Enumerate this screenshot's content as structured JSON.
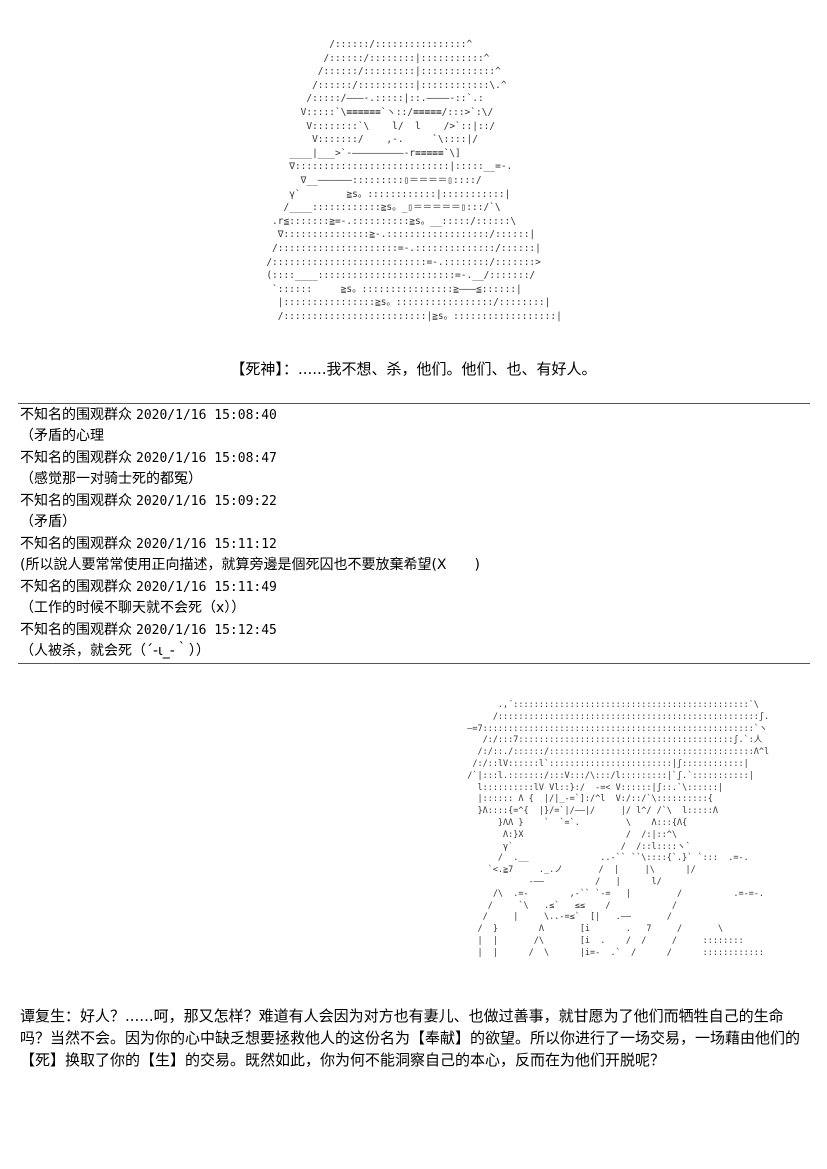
{
  "art": {
    "top_figure": "                 /::::::/::::::::::::::::^\n                /::::::/::::::::|:::::::::::^\n               /::::::/:::::::::|:::::::::::::^\n              /::::::/::::::::::|::::::::::::\\.^\n             /:::::/———-.:::::|::.————-::`.:\n            V:::::`\\≡≡≡≡≡≡`ヽ::/≡≡≡≡≡/:::>`:\\/\n             V::::::::`\\    l/  l    />`::|::/\n              V:::::::/    ,-.     `\\::::|/\n          ____|___>`-—————————-r≡≡≡≡≡`\\]\n          ∇:::::::::::::::::::::::::::|:::::__=-.\n            ∇__——————:::::::::▯＝＝＝＝▯::::/\n          γ`        ≧s。::::::::::::|:::::::::::|\n         /____::::::::::::≧s。_▯＝＝＝＝＝▯:::/`\\\n       .r≦:::::::≧=-.::::::::::≧s。__:::::/::::::\\\n        ∇:::::::::::::::≧-.::::::::::::::::::/::::::|\n       /:::::::::::::::::::::=-.::::::::::::::/::::::|\n      /:::::::::::::::::::::::::::=-.::::::::/:::::::>\n      (::::____::::::::::::::::::::::::=-.__/:::::::/\n       `::::::     ≧s。::::::::::::::::≧———≦::::::|\n        |::::::::::::::::≧s。:::::::::::::::::/::::::::|\n        /:::::::::::::::::::::::::|≧s。::::::::::::::::::|",
    "bottom_figure": "                         .,´::::::::::::::::::::::::::::::::::::::::::::::`\\\n                        /:::::::::::::::::::::::::::::::::::::::::::::::::::ʃ.\n                   —=7:::::::::::::::::::::::::::::::::::::::::::::::::::::`ヽ\n                      /:/:::7::::::::::::::::::::::::::::::::::::::::::ʃ.`:人\n                     /:/::./::::::/::::::::::::::::::::::::::::::::::::::::Λ^l\n                    /:/::lV::::::l`::::::::::::::::::::::::|ʃ::::::::::::|\n                   /`|:::l.:::::::/:::V:::/\\:::/l:::::::::|`ʃ.`:::::::::::|\n                     l::::::::::lV Vl::}:/  -=< V::::::|ʃ::.`\\::::::|\n                     |:::::: Λ {  |/|_-=`]:/^l  V:/::/`\\::::::::::{\n                     }Λ::::{=^{  |}/=`|/——|/     |/ l^/ /`\\  l:::::Λ\n                         }ΛΛ }    `  `=`.         \\    Λ:::{Λ{\n                          Λ:}X                    /  /:|::^\\\n                          γ`                     /  /::l::::ヽ`\n                         /  .__              ..-`` ``\\::::{`.}` `:::  .=-.\n                       `<.≧7     ._.ノ       /  |     |\\      |/\n                               -——          /   |      l/\n                        /\\  .=-        ,-`` `-=   |         /          .=-=-.\n                       /     `\\   .≤`   ≤≤    /            /\n                      /     |     \\..-=≤`  [|   .——       /\n                     /  }        Λ       [i       .   7     /       \\\n                     |  |       /\\       [i  .    /  /     /     ::::::::\n                     |  |      /  \\      |i=-  .`  /      /      ::::::::::::"
  },
  "speech": {
    "speaker": "【死神】",
    "text": "：......我不想、杀，他们。他们、也、有好人。"
  },
  "comments": [
    {
      "author": "不知名的围观群众",
      "time": "2020/1/16 15:08:40",
      "text": "（矛盾的心理"
    },
    {
      "author": "不知名的围观群众",
      "time": "2020/1/16 15:08:47",
      "text": "（感觉那一对骑士死的都冤）"
    },
    {
      "author": "不知名的围观群众",
      "time": "2020/1/16 15:09:22",
      "text": "（矛盾）"
    },
    {
      "author": "不知名的围观群众",
      "time": "2020/1/16 15:11:12",
      "text": "(所以說人要常常使用正向描述，就算旁邊是個死囚也不要放棄希望(X　　)"
    },
    {
      "author": "不知名的围观群众",
      "time": "2020/1/16 15:11:49",
      "text": "（工作的时候不聊天就不会死（x））"
    },
    {
      "author": "不知名的围观群众",
      "time": "2020/1/16 15:12:45",
      "text": "（人被杀，就会死（´-ι_-｀））"
    }
  ],
  "narration": "谭复生：好人？......呵，那又怎样？难道有人会因为对方也有妻儿、也做过善事，就甘愿为了他们而牺牲自己的生命吗？当然不会。因为你的心中缺乏想要拯救他人的这份名为【奉献】的欲望。所以你进行了一场交易，一场藉由他们的【死】换取了你的【生】的交易。既然如此，你为何不能洞察自己的本心，反而在为他们开脱呢？"
}
